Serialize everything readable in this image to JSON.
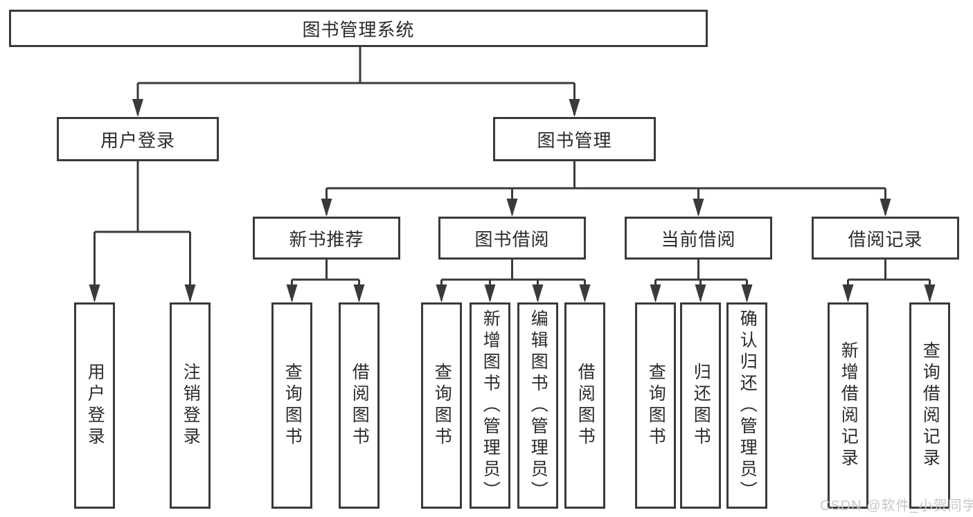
{
  "diagram": {
    "root": {
      "label": "图书管理系统"
    },
    "branches": [
      {
        "label": "用户登录",
        "children": [
          {
            "label": "用户登录"
          },
          {
            "label": "注销登录"
          }
        ]
      },
      {
        "label": "图书管理",
        "branches": [
          {
            "label": "新书推荐",
            "children": [
              {
                "label": "查询图书"
              },
              {
                "label": "借阅图书"
              }
            ]
          },
          {
            "label": "图书借阅",
            "children": [
              {
                "label": "查询图书"
              },
              {
                "label": "新增图书（管理员）"
              },
              {
                "label": "编辑图书（管理员）"
              },
              {
                "label": "借阅图书"
              }
            ]
          },
          {
            "label": "当前借阅",
            "children": [
              {
                "label": "查询图书"
              },
              {
                "label": "归还图书"
              },
              {
                "label": "确认归还（管理员）"
              }
            ]
          },
          {
            "label": "借阅记录",
            "children": [
              {
                "label": "新增借阅记录"
              },
              {
                "label": "查询借阅记录"
              }
            ]
          }
        ]
      }
    ]
  },
  "watermark": {
    "text": "CSDN @软件_小贺同学"
  },
  "colors": {
    "line": "#3a3a3a",
    "box_fill": "#ffffff",
    "text": "#2b2b2b",
    "watermark": "#c7c7c7",
    "background": "#ffffff"
  }
}
